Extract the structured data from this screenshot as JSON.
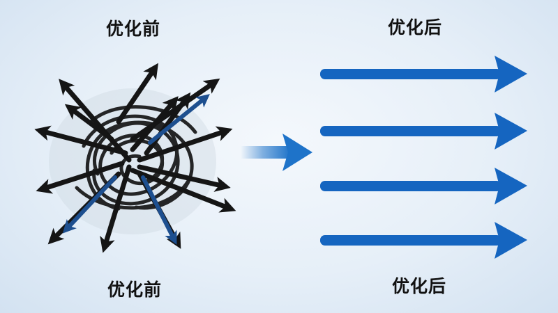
{
  "labels": {
    "top_left": "优化前",
    "top_right": "优化后",
    "bottom_left": "优化前",
    "bottom_right": "优化后"
  },
  "colors": {
    "chaos_stroke": "#151515",
    "chaos_accent": "#1d4f8f",
    "arrow_blue": "#1565c0",
    "transition_arrow": "#1e73c9"
  }
}
